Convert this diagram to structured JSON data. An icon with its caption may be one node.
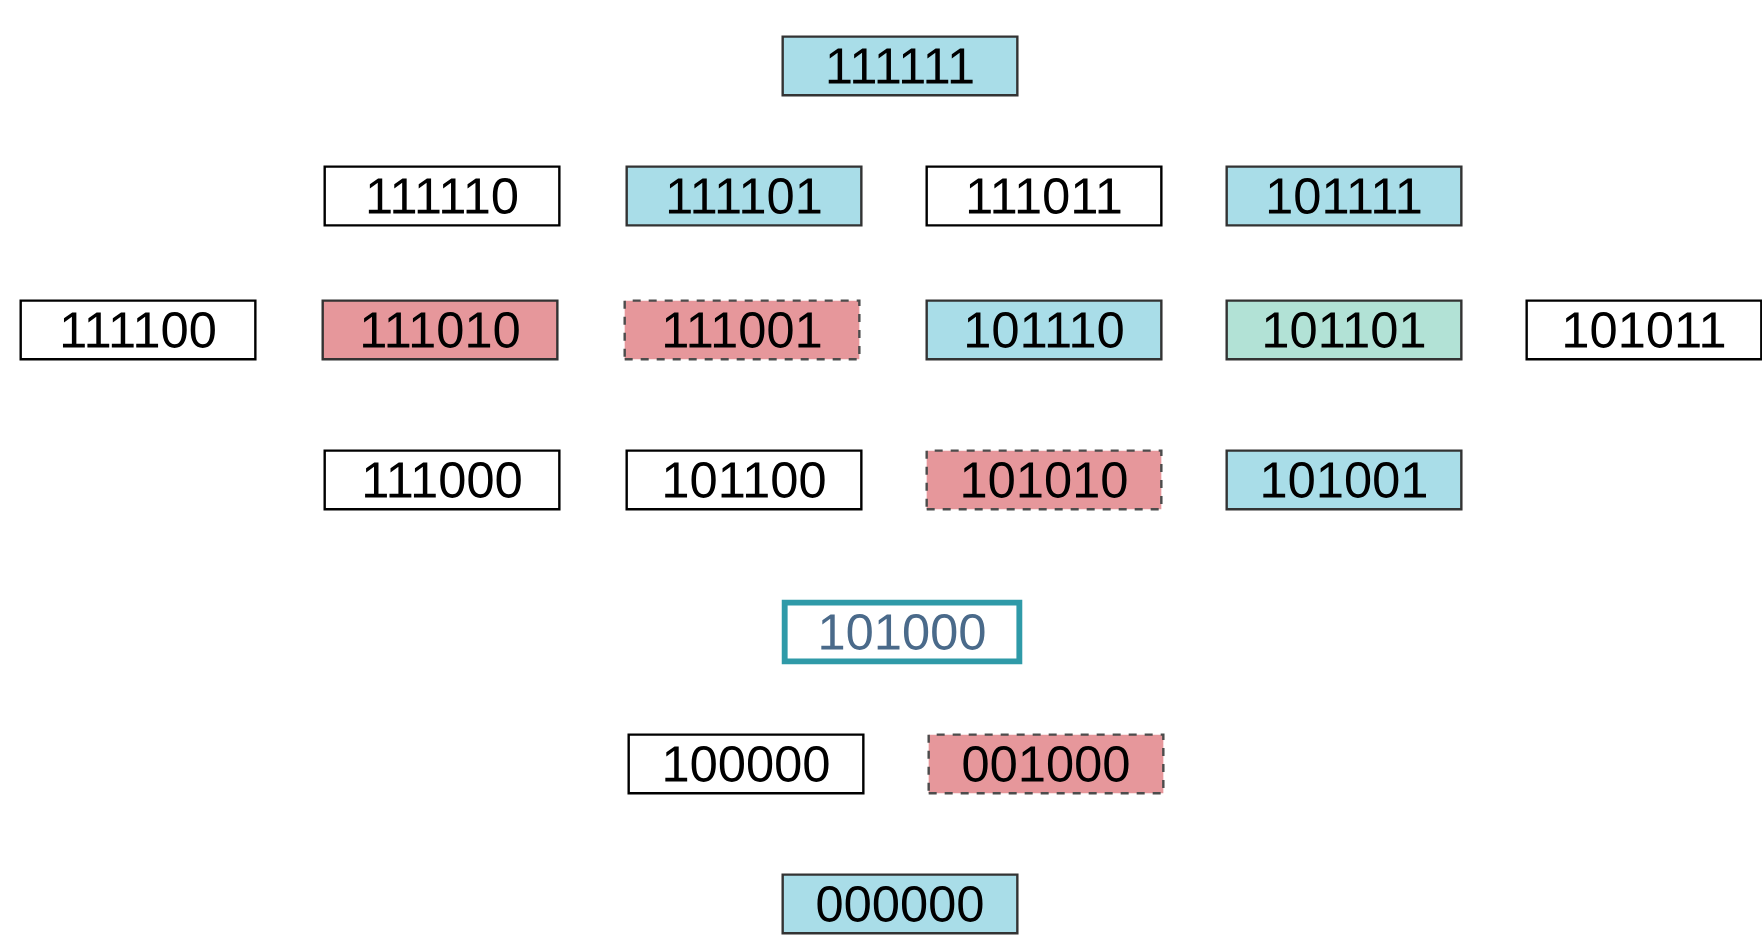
{
  "diagram": {
    "nodes": [
      {
        "text": [
          "111111"
        ]
      },
      {
        "text": [
          "111110"
        ]
      },
      {
        "text": [
          "111101"
        ]
      },
      {
        "text": [
          "111011"
        ]
      },
      {
        "text": [
          "101111"
        ]
      },
      {
        "text": [
          "111100"
        ]
      },
      {
        "text": [
          "111010"
        ]
      },
      {
        "text": [
          "111001"
        ]
      },
      {
        "text": [
          "101110"
        ]
      },
      {
        "text": [
          "101101"
        ]
      },
      {
        "text": [
          "101011"
        ]
      },
      {
        "text": [
          "111000"
        ]
      },
      {
        "text": [
          "101100"
        ]
      },
      {
        "text": [
          "101010"
        ]
      },
      {
        "text": [
          "101001"
        ]
      },
      {
        "text": [
          "101000"
        ]
      },
      {
        "text": [
          "100000"
        ]
      },
      {
        "text": [
          "001000"
        ]
      },
      {
        "text": [
          "000000"
        ]
      }
    ]
  }
}
